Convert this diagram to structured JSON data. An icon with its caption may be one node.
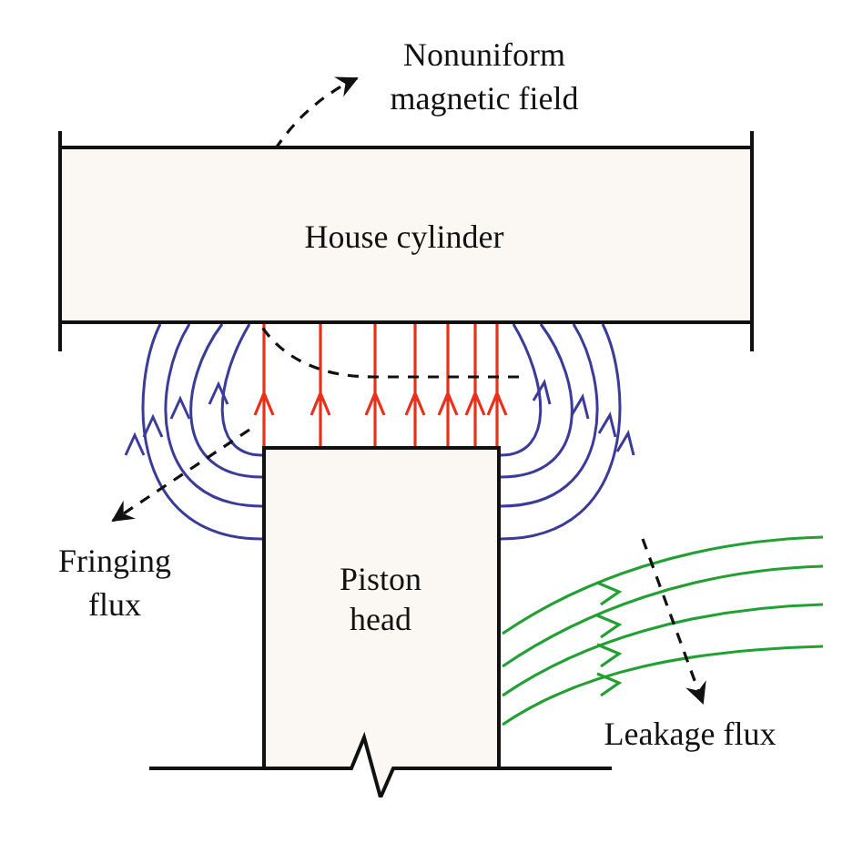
{
  "diagram": {
    "nodes": [
      {
        "text": [
          "House cylinder"
        ]
      },
      {
        "text": [
          "Piston head"
        ]
      },
      {
        "text": [
          "Nonuniform magnetic field"
        ]
      },
      {
        "text": [
          "Fringing flux"
        ]
      },
      {
        "text": [
          "Leakage flux"
        ]
      }
    ],
    "edges": [
      {
        "from": null,
        "to": 2,
        "arrow": "to",
        "style": "dashed"
      },
      {
        "from": null,
        "to": 3,
        "arrow": "to",
        "style": "dashed"
      },
      {
        "from": null,
        "to": 4,
        "arrow": "to",
        "style": "dashed"
      }
    ]
  }
}
